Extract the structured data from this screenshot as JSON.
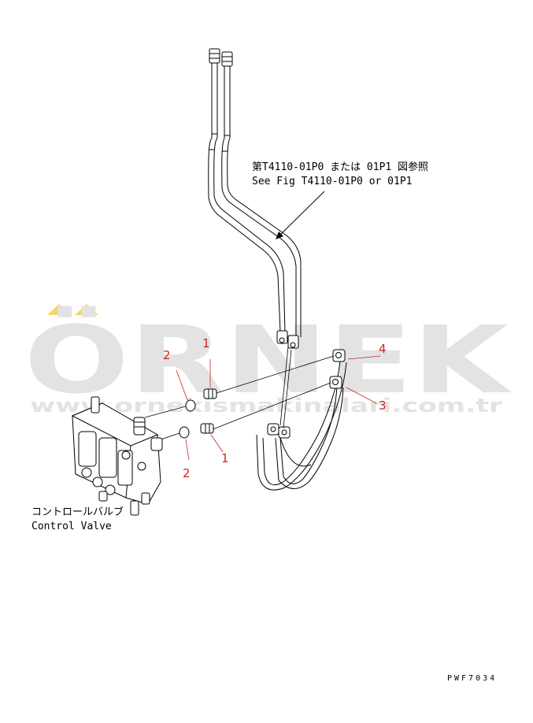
{
  "reference_note": {
    "jp": "第T4110-01P0 または 01P1 図参照",
    "en": "See Fig T4110-01P0 or 01P1"
  },
  "component_label": {
    "jp": "コントロールバルブ",
    "en": "Control Valve"
  },
  "callouts": {
    "c1_top": "1",
    "c1_bottom": "1",
    "c2_top": "2",
    "c2_bottom": "2",
    "c3": "3",
    "c4": "4"
  },
  "watermark": {
    "brand": "ÖRNEK",
    "url": "www.ornekismakinalari.com.tr"
  },
  "figure_code": "PWF7034",
  "colors": {
    "line": "#000000",
    "callout": "#cc2222",
    "watermark": "#e3e3e3",
    "accent": "#f5d66a"
  }
}
